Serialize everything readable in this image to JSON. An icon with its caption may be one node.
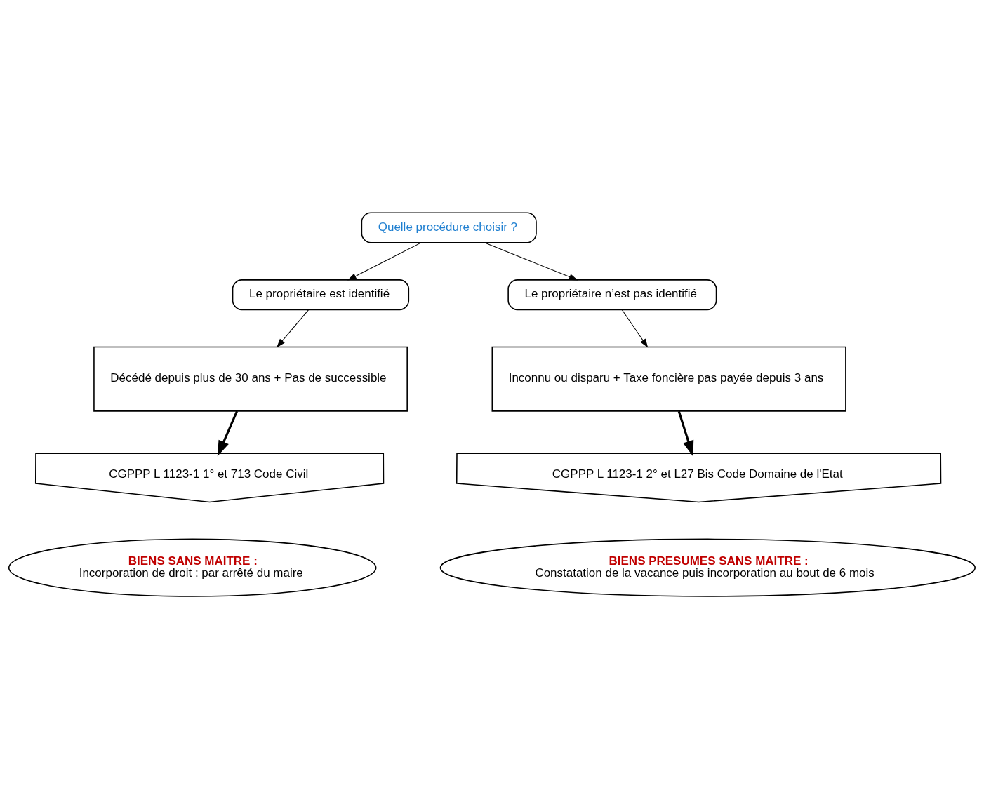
{
  "diagram": {
    "nodes": [
      {
        "text": [
          "Quelle procédure choisir ?"
        ]
      },
      {
        "text": [
          "Le propriétaire est identifié"
        ]
      },
      {
        "text": [
          "Le propriétaire n’est pas identifié"
        ]
      },
      {
        "text": [
          "Décédé depuis plus de 30 ans + Pas de successible"
        ]
      },
      {
        "text": [
          "Inconnu ou disparu + Taxe foncière pas payée depuis 3 ans"
        ]
      },
      {
        "text": [
          "CGPPP L 1123-1 1° et 713 Code Civil"
        ]
      },
      {
        "text": [
          "CGPPP L 1123-1 2° et L27 Bis Code Domaine de l'Etat"
        ]
      },
      {
        "text": [
          "BIENS SANS MAITRE :",
          "Incorporation de droit : par arrêté du maire"
        ]
      },
      {
        "text": [
          "BIENS PRESUMES SANS MAITRE :",
          "Constatation de la vacance puis incorporation au bout de 6 mois"
        ]
      }
    ],
    "edges": [
      {
        "from": 0,
        "to": 1,
        "arrow": "to"
      },
      {
        "from": 0,
        "to": 2,
        "arrow": "to"
      },
      {
        "from": 1,
        "to": 3,
        "arrow": "to"
      },
      {
        "from": 2,
        "to": 4,
        "arrow": "to"
      },
      {
        "from": 3,
        "to": 5,
        "arrow": "to",
        "style": "thick"
      },
      {
        "from": 4,
        "to": 6,
        "arrow": "to",
        "style": "thick"
      }
    ]
  }
}
